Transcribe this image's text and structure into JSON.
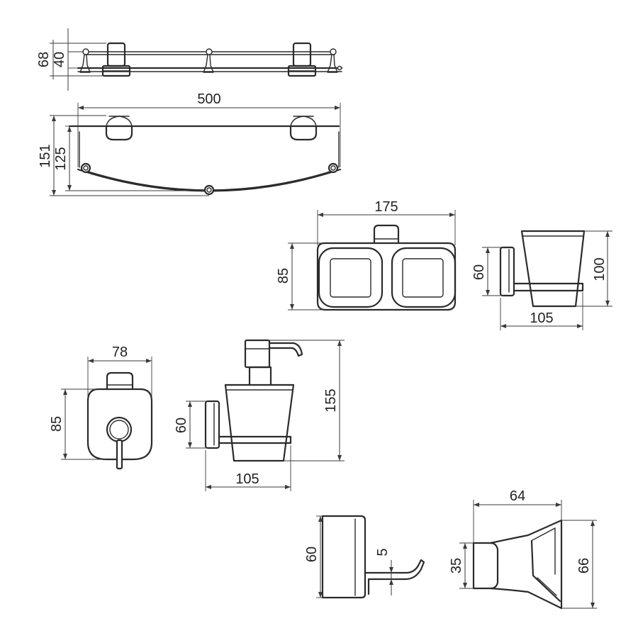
{
  "colors": {
    "background": "#ffffff",
    "line": "#2b2b2b",
    "dimension": "#3a3a3a",
    "text": "#222222"
  },
  "shelf_side": {
    "height_total": "68",
    "height_rail": "40"
  },
  "shelf_top": {
    "width": "500",
    "depth_total": "151",
    "depth_glass": "125"
  },
  "tumbler_double_front": {
    "width": "175",
    "height": "85"
  },
  "tumbler_side": {
    "mount_height": "60",
    "height": "100",
    "projection": "105"
  },
  "dispenser_front": {
    "width": "78",
    "height": "85"
  },
  "dispenser_side": {
    "mount_height": "60",
    "height": "155",
    "projection": "105"
  },
  "hook_side": {
    "height": "60",
    "thickness": "5"
  },
  "holder_side": {
    "width": "64",
    "mount_height": "35",
    "height": "66"
  }
}
